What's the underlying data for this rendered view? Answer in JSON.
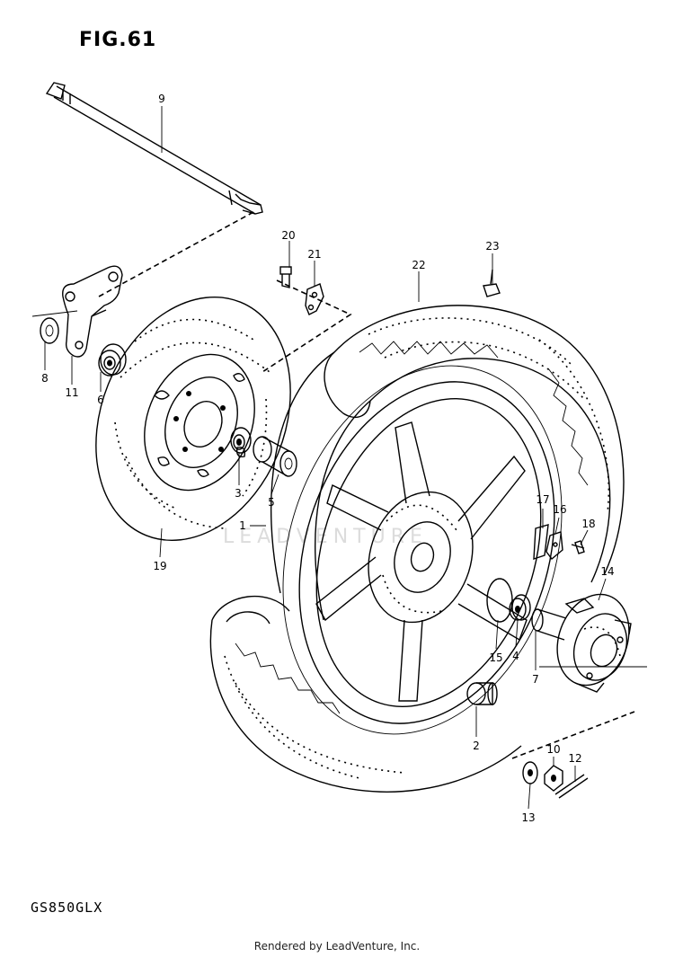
{
  "figure": {
    "title": "FIG.61",
    "model": "GS850GLX",
    "footer": "Rendered by LeadVenture, Inc.",
    "watermark": "LEADVENTURE"
  },
  "callouts": [
    {
      "id": "9",
      "text": "9"
    },
    {
      "id": "20",
      "text": "20"
    },
    {
      "id": "21",
      "text": "21"
    },
    {
      "id": "22",
      "text": "22"
    },
    {
      "id": "23",
      "text": "23"
    },
    {
      "id": "8",
      "text": "8"
    },
    {
      "id": "11",
      "text": "11"
    },
    {
      "id": "6",
      "text": "6"
    },
    {
      "id": "3",
      "text": "3"
    },
    {
      "id": "5",
      "text": "5"
    },
    {
      "id": "1",
      "text": "1"
    },
    {
      "id": "19",
      "text": "19"
    },
    {
      "id": "17",
      "text": "17"
    },
    {
      "id": "16",
      "text": "16"
    },
    {
      "id": "18",
      "text": "18"
    },
    {
      "id": "14",
      "text": "14"
    },
    {
      "id": "15",
      "text": "15"
    },
    {
      "id": "4",
      "text": "4"
    },
    {
      "id": "7",
      "text": "7"
    },
    {
      "id": "2",
      "text": "2"
    },
    {
      "id": "10",
      "text": "10"
    },
    {
      "id": "12",
      "text": "12"
    },
    {
      "id": "13",
      "text": "13"
    }
  ]
}
